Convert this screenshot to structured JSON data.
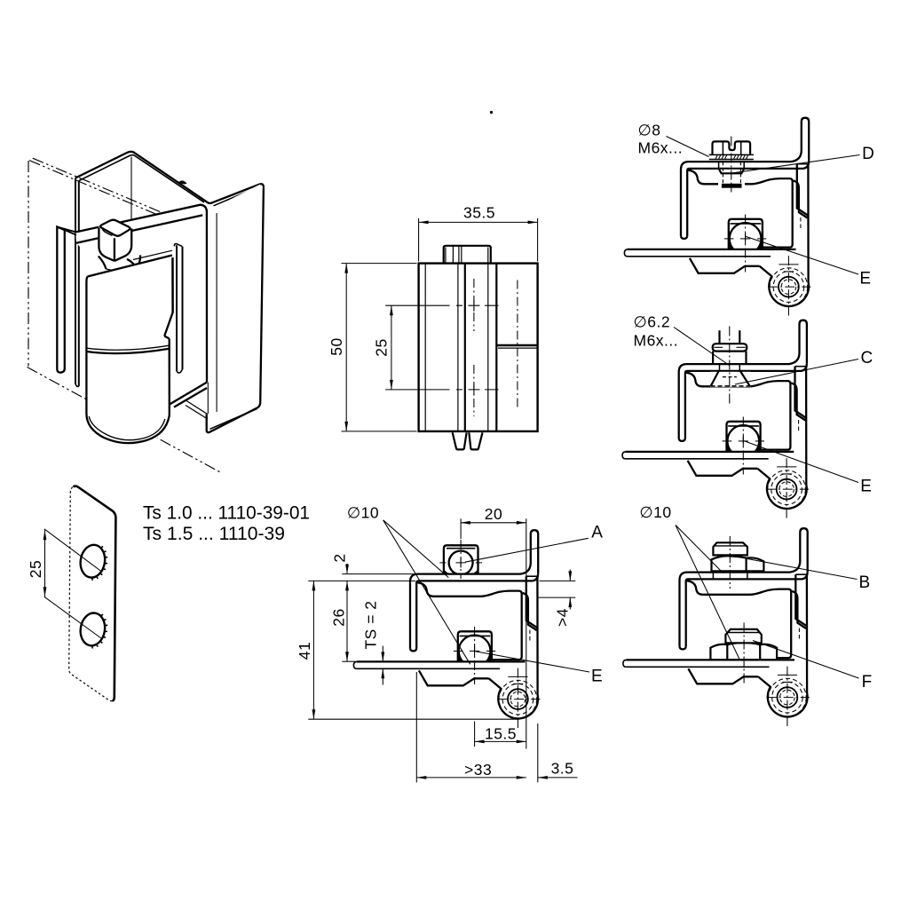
{
  "drawing": {
    "type": "technical-drawing",
    "product": "concealed sheet-metal hinge",
    "line_color": "#000000",
    "background": "#ffffff",
    "variants": [
      {
        "thickness": "Ts 1.0",
        "separator": "...",
        "part_number": "1110-39-01",
        "label": "Ts 1.0  ...  1110-39-01"
      },
      {
        "thickness": "Ts 1.5",
        "separator": "...",
        "part_number": "1110-39",
        "label": "Ts 1.5  ...  1110-39"
      }
    ]
  },
  "front_view": {
    "dim_width": "35.5",
    "dim_height": "50",
    "dim_hole_pitch": "25"
  },
  "gasket_view": {
    "dim_hole_pitch": "25"
  },
  "section_view": {
    "hole_callout": "∅10",
    "dim_pin_to_edge_top": "20",
    "dim_frame_thickness": "2",
    "dim_depth": "26",
    "dim_panel_thickness": "TS = 2",
    "dim_overall": "41",
    "dim_min_gap": ">4",
    "dim_pin_to_edge_bottom": "15.5",
    "dim_min_width": ">33",
    "dim_edge_gap": "3.5",
    "label_pin_top": "A",
    "label_pin_bottom": "E"
  },
  "detail_view_top": {
    "hole_callout": "∅8",
    "screw_callout": "M6x...",
    "label_screw": "D",
    "label_pin": "E"
  },
  "detail_view_middle": {
    "hole_callout": "∅6.2",
    "screw_callout": "M6x...",
    "label_screw": "C",
    "label_pin": "E"
  },
  "detail_view_bottom": {
    "hole_callout": "∅10",
    "label_screw_top": "B",
    "label_screw_bottom": "F"
  }
}
